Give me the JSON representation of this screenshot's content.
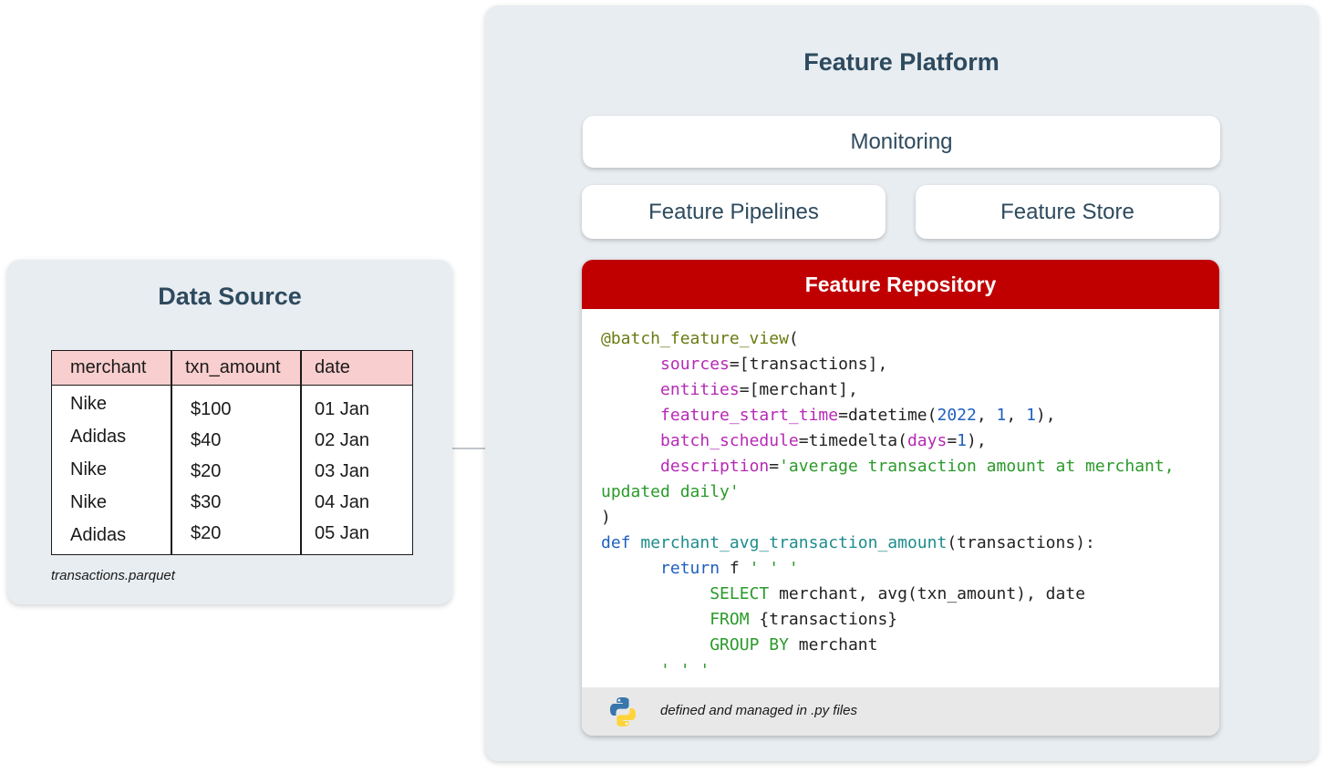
{
  "data_source": {
    "title": "Data Source",
    "table": {
      "columns": [
        "merchant",
        "txn_amount",
        "date"
      ],
      "rows": [
        [
          "Nike",
          "$100",
          "01 Jan"
        ],
        [
          "Adidas",
          "$40",
          "02 Jan"
        ],
        [
          "Nike",
          "$20",
          "03 Jan"
        ],
        [
          "Nike",
          "$30",
          "04 Jan"
        ],
        [
          "Adidas",
          "$20",
          "05 Jan"
        ]
      ]
    },
    "caption": "transactions.parquet"
  },
  "feature_platform": {
    "title": "Feature Platform",
    "monitoring": "Monitoring",
    "pipelines": "Feature Pipelines",
    "store": "Feature Store",
    "repository": {
      "title": "Feature Repository",
      "code_lines": [
        [
          [
            "@batch_feature_view",
            "deco"
          ],
          [
            "(",
            "plain"
          ]
        ],
        [
          [
            "      ",
            "plain"
          ],
          [
            "sources",
            "kw"
          ],
          [
            "=[transactions],",
            "plain"
          ]
        ],
        [
          [
            "      ",
            "plain"
          ],
          [
            "entities",
            "kw"
          ],
          [
            "=[merchant],",
            "plain"
          ]
        ],
        [
          [
            "      ",
            "plain"
          ],
          [
            "feature_start_time",
            "kw"
          ],
          [
            "=datetime(",
            "plain"
          ],
          [
            "2022",
            "num"
          ],
          [
            ", ",
            "plain"
          ],
          [
            "1",
            "num"
          ],
          [
            ", ",
            "plain"
          ],
          [
            "1",
            "num"
          ],
          [
            "),",
            "plain"
          ]
        ],
        [
          [
            "      ",
            "plain"
          ],
          [
            "batch_schedule",
            "kw"
          ],
          [
            "=timedelta(",
            "plain"
          ],
          [
            "days",
            "kw"
          ],
          [
            "=",
            "plain"
          ],
          [
            "1",
            "num"
          ],
          [
            "),",
            "plain"
          ]
        ],
        [
          [
            "      ",
            "plain"
          ],
          [
            "description",
            "kw"
          ],
          [
            "=",
            "plain"
          ],
          [
            "'average transaction amount at merchant,",
            "str"
          ]
        ],
        [
          [
            "updated daily'",
            "str"
          ]
        ],
        [
          [
            ")",
            "plain"
          ]
        ],
        [
          [
            "def ",
            "def"
          ],
          [
            "merchant_avg_transaction_amount",
            "fn"
          ],
          [
            "(transactions):",
            "plain"
          ]
        ],
        [
          [
            "      ",
            "plain"
          ],
          [
            "return",
            "def"
          ],
          [
            " f ",
            "plain"
          ],
          [
            "' ' '",
            "str"
          ]
        ],
        [
          [
            "           ",
            "plain"
          ],
          [
            "SELECT",
            "sql"
          ],
          [
            " merchant, avg(txn_amount), date",
            "plain"
          ]
        ],
        [
          [
            "           ",
            "plain"
          ],
          [
            "FROM",
            "sql"
          ],
          [
            " {transactions}",
            "plain"
          ]
        ],
        [
          [
            "           ",
            "plain"
          ],
          [
            "GROUP BY",
            "sql"
          ],
          [
            " merchant",
            "plain"
          ]
        ],
        [
          [
            "      ",
            "plain"
          ],
          [
            "' ' '",
            "str"
          ]
        ]
      ],
      "footer": "defined and managed in .py files"
    }
  },
  "colors": {
    "panel_bg": "#e8edf1",
    "title_text": "#2e4a5e",
    "table_header_bg": "#f9cece",
    "repo_header_bg": "#c00000",
    "footer_bg": "#e8e8e8",
    "code_deco": "#6b7a12",
    "code_kw": "#b52ab5",
    "code_num": "#1f5fbf",
    "code_str": "#2a9a2a",
    "code_def": "#1f5fbf",
    "code_fn": "#1e8c8c",
    "code_sql": "#2a9a2a",
    "code_plain": "#222222"
  },
  "icons": {
    "footer_icon": "python-logo-icon"
  }
}
